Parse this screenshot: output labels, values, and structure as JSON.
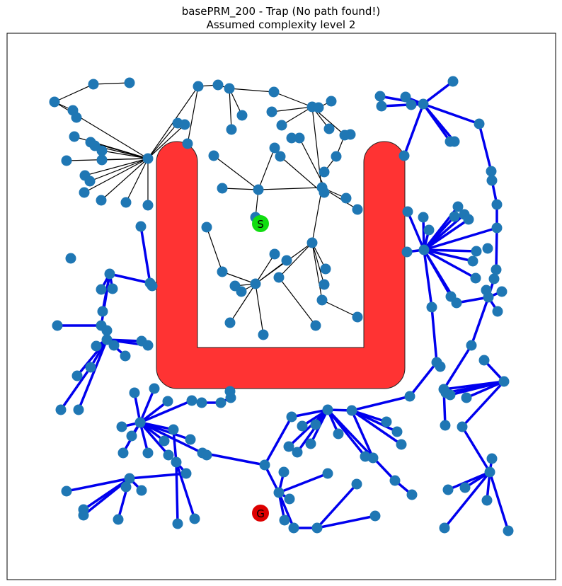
{
  "title": "basePRM_200 - Trap (No path found!)",
  "subtitle": "Assumed complexity level 2",
  "markers": {
    "start": "S",
    "goal": "G"
  },
  "colors": {
    "obstacle": "#ff3333",
    "node": "#1f77b4",
    "start_tree_edge": "#000000",
    "other_edge": "#0000ee",
    "start": "#11dd11",
    "goal": "#dd0000"
  }
}
